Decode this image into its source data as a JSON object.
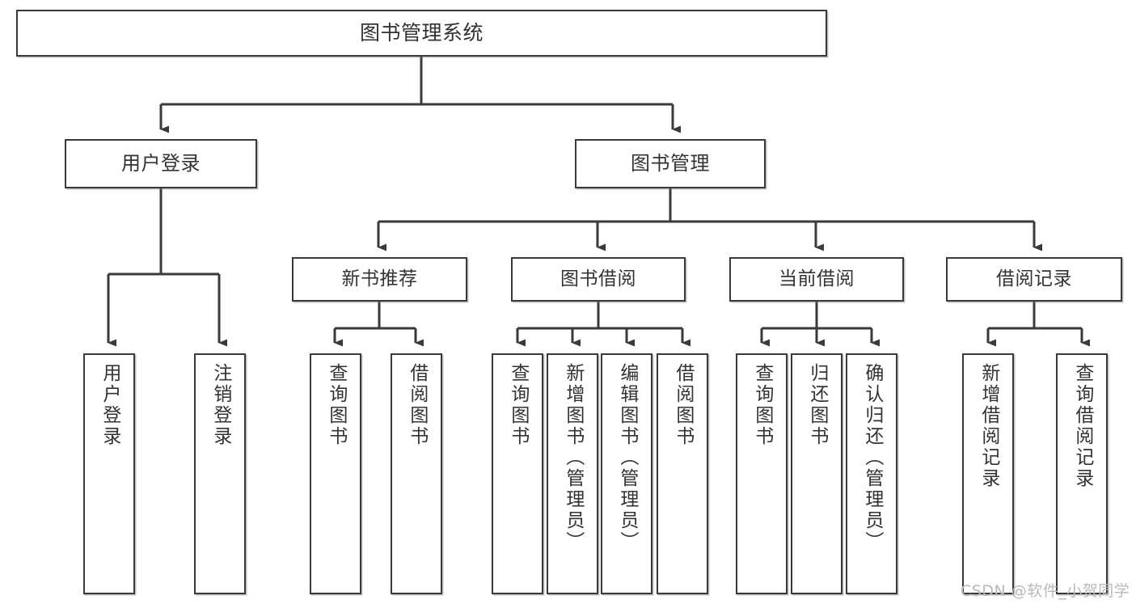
{
  "diagram": {
    "type": "tree-hierarchy-chart",
    "title": "图书管理系统",
    "watermark": "CSDN @软件_小贺同学",
    "colors": {
      "box_border": "#3a3a3a",
      "box_fill": "#ffffff",
      "text": "#333333",
      "connector": "#3a3a3a",
      "watermark": "#b9b9b9",
      "background": "#ffffff"
    },
    "nodes": {
      "root": {
        "label": "图书管理系统"
      },
      "level2": [
        {
          "label": "用户登录"
        },
        {
          "label": "图书管理"
        }
      ],
      "level3": [
        {
          "label": "新书推荐"
        },
        {
          "label": "图书借阅"
        },
        {
          "label": "当前借阅"
        },
        {
          "label": "借阅记录"
        }
      ],
      "leaves": {
        "user_login": [
          {
            "label": "用户登录"
          },
          {
            "label": "注销登录"
          }
        ],
        "new_book_recommend": [
          {
            "label": "查询图书"
          },
          {
            "label": "借阅图书"
          }
        ],
        "book_borrow": [
          {
            "label": "查询图书"
          },
          {
            "label": "新增图书（管理员）"
          },
          {
            "label": "编辑图书（管理员）"
          },
          {
            "label": "借阅图书"
          }
        ],
        "current_borrow": [
          {
            "label": "查询图书"
          },
          {
            "label": "归还图书"
          },
          {
            "label": "确认归还（管理员）"
          }
        ],
        "borrow_record": [
          {
            "label": "新增借阅记录"
          },
          {
            "label": "查询借阅记录"
          }
        ]
      }
    }
  }
}
